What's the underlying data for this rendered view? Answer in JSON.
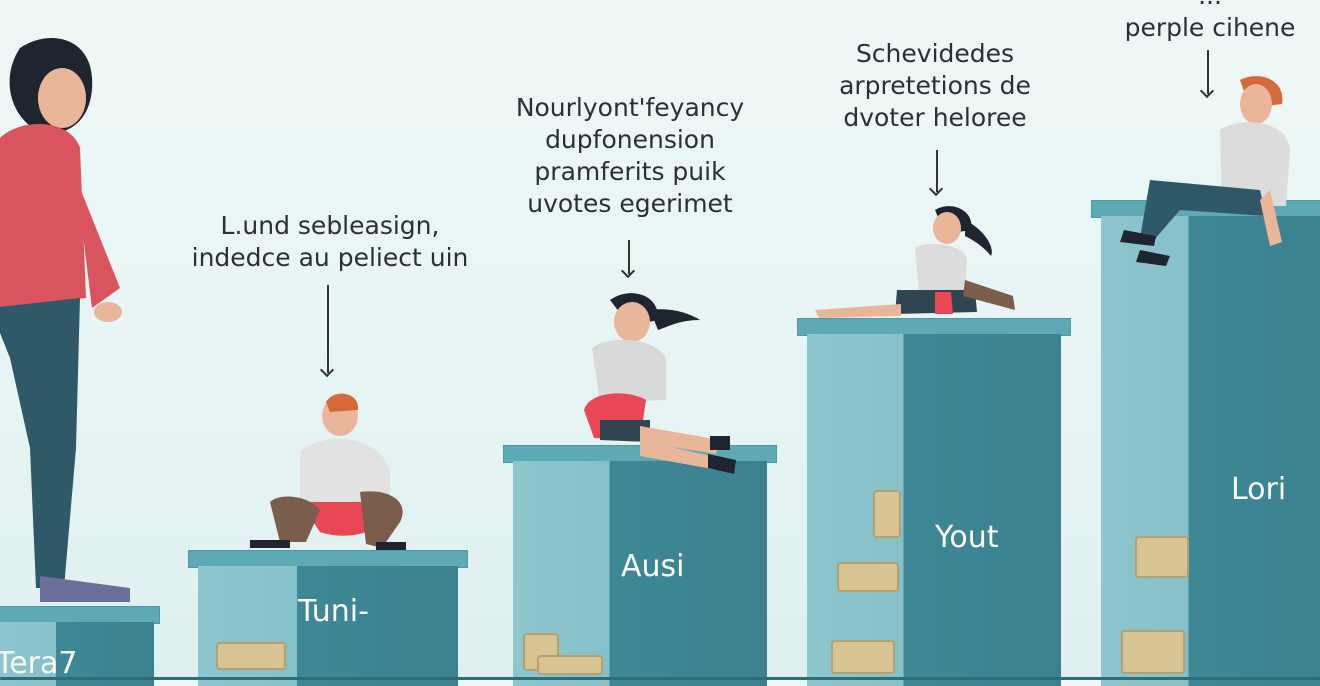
{
  "captions": {
    "c1": [
      "L.und sebleasign,",
      "indedce au peliect uin"
    ],
    "c2": [
      "Nourlyont'feyancy",
      "dupfonension",
      "pramferits puik",
      "uvotes egerimet"
    ],
    "c3": [
      "Schevidedes",
      "arpretetions de",
      "dvoter heloree"
    ],
    "c4": [
      "...",
      "perple cihene"
    ]
  },
  "steps": [
    {
      "label": "Tera7"
    },
    {
      "label": "Tuni-"
    },
    {
      "label": "Ausi"
    },
    {
      "label": "Yout"
    },
    {
      "label": "Lori"
    }
  ],
  "colors": {
    "background": "#e6f4f3",
    "plinth_light": "#8ec6cd",
    "plinth_dark": "#3e8896",
    "plinth_cap": "#5eaab4",
    "text": "#2a3033",
    "label_text": "#fbfbf6"
  }
}
